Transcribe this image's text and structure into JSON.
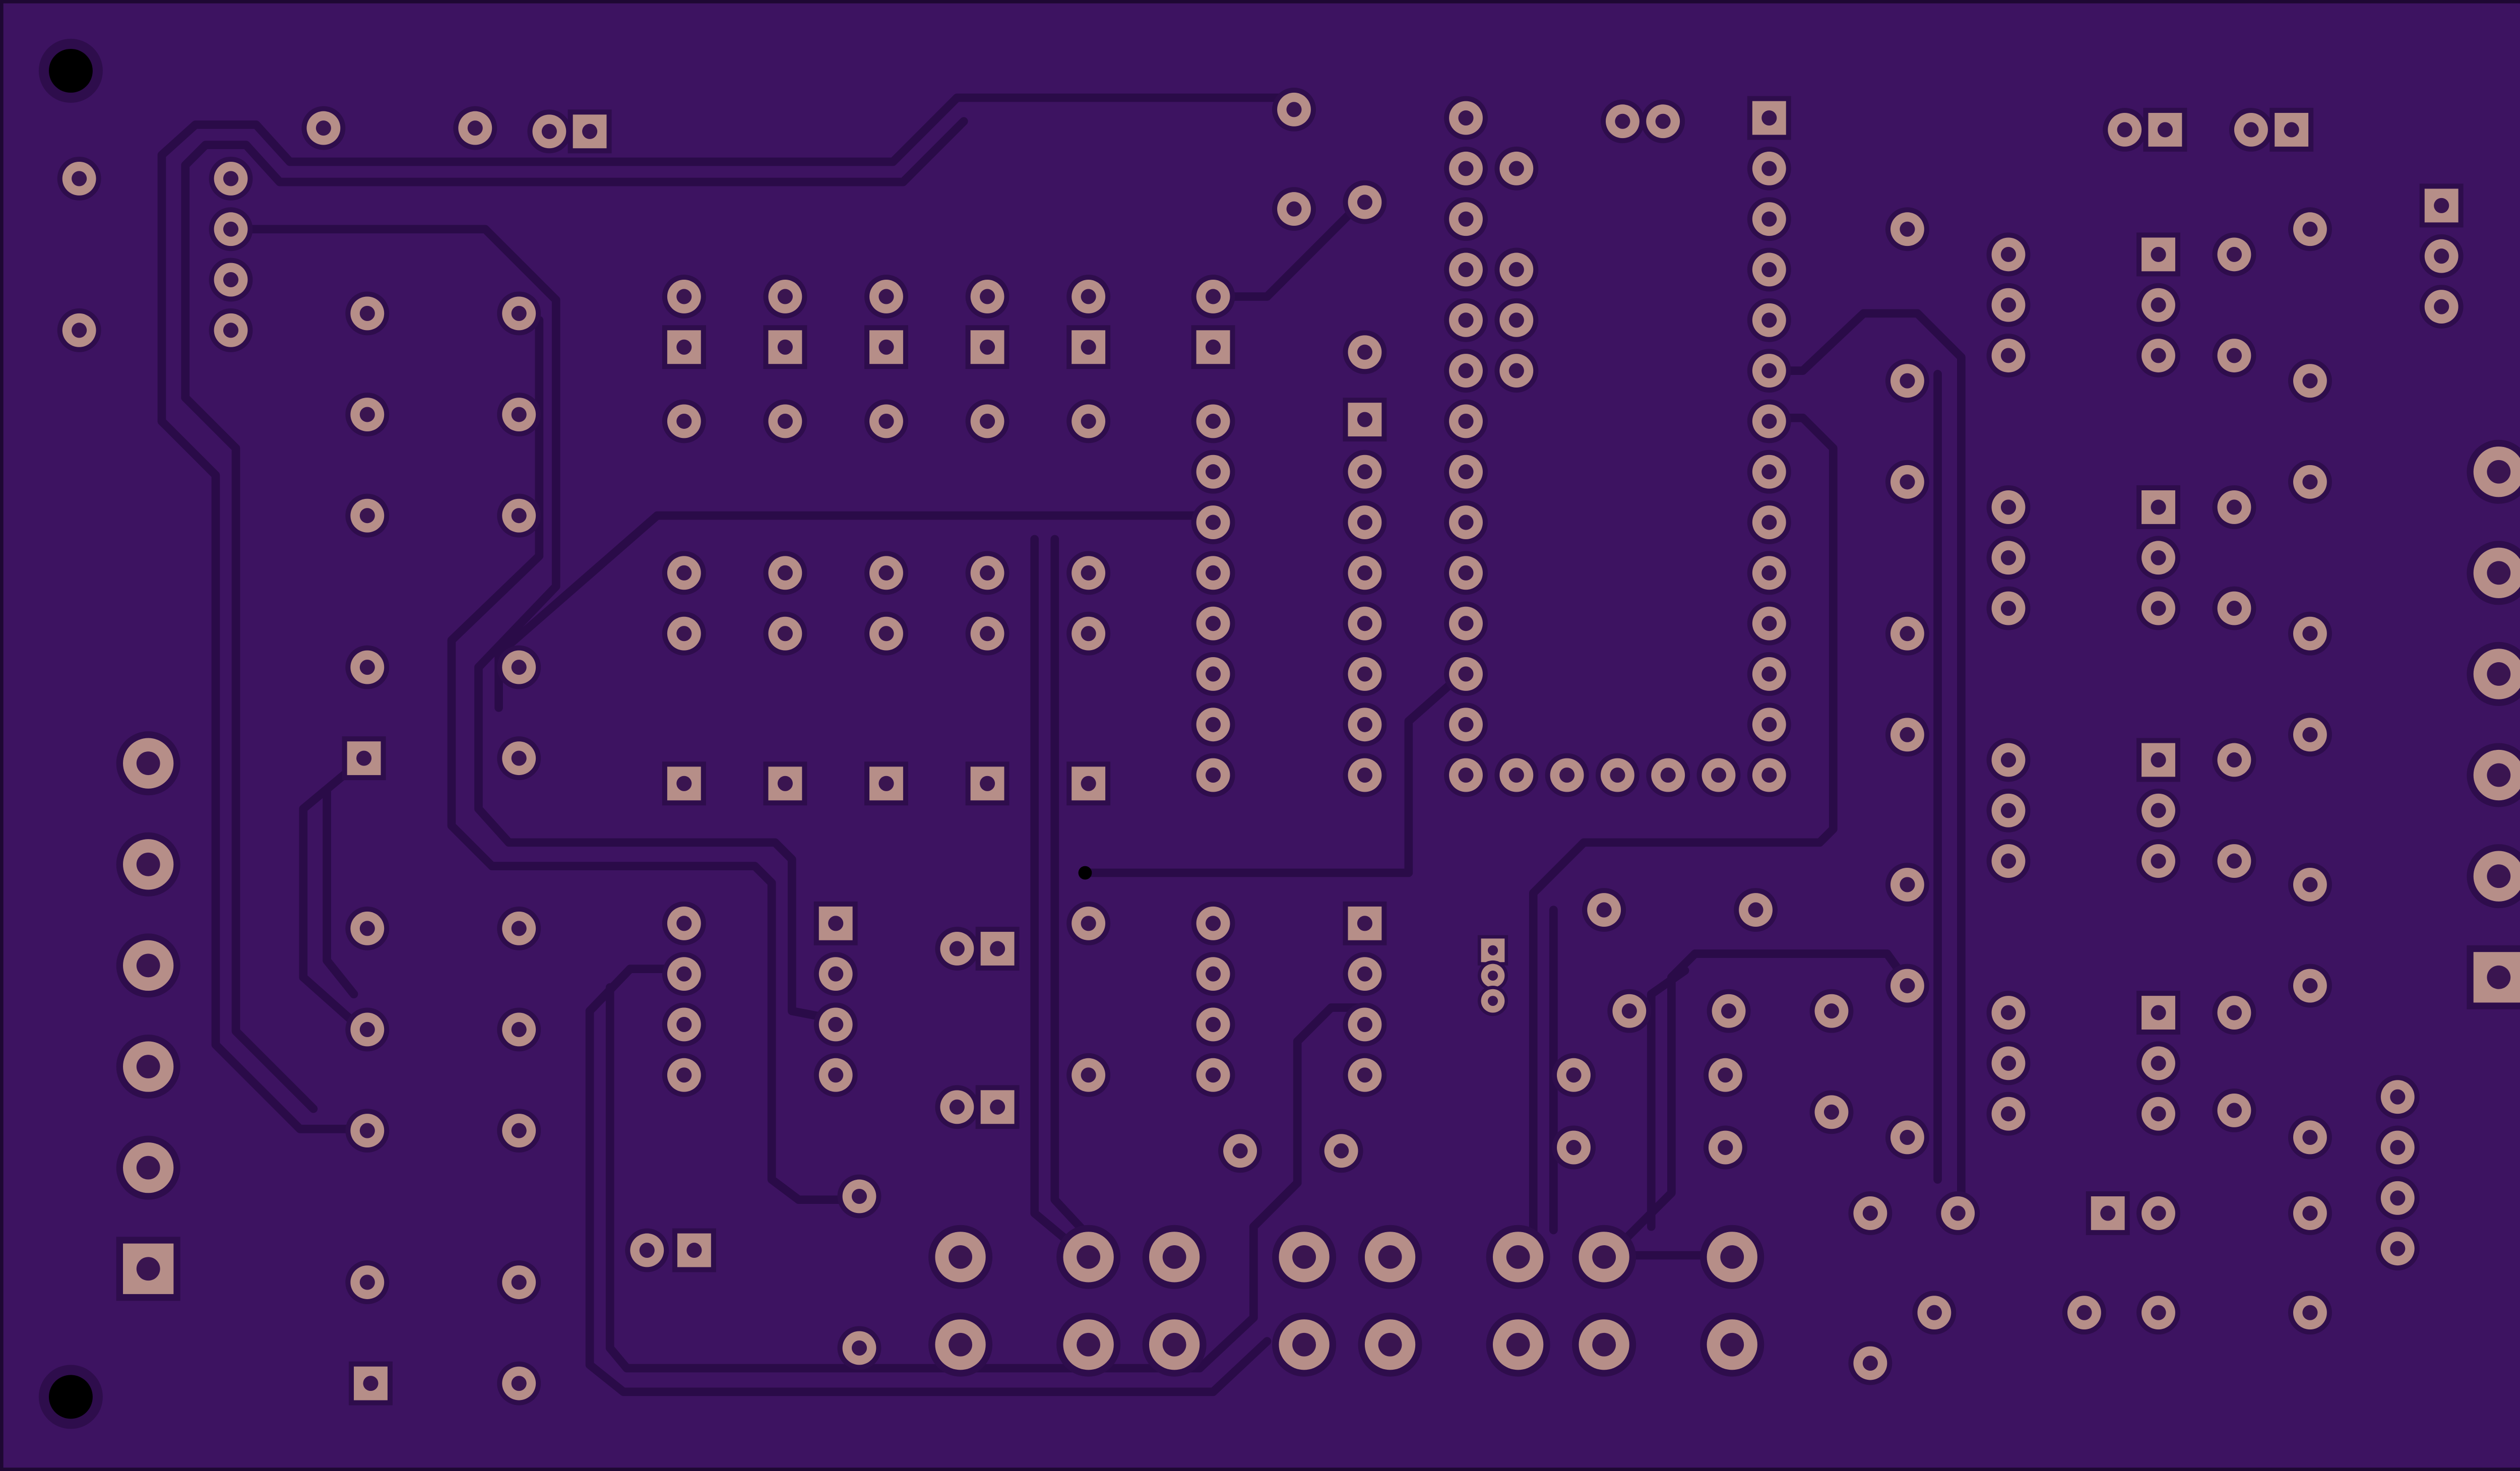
{
  "colors": {
    "board": "#3d1361",
    "edge": "#1e0833",
    "trace": "#2a0b48",
    "pad_mask": "#2e0d4c",
    "pad_copper": "#b68e88",
    "drill": "#3a1550",
    "mount_hole": "#000000"
  },
  "layers": {
    "board": "board-outline",
    "traces": "copper-traces",
    "pads": "through-hole-pads",
    "holes": "mounting-holes"
  }
}
